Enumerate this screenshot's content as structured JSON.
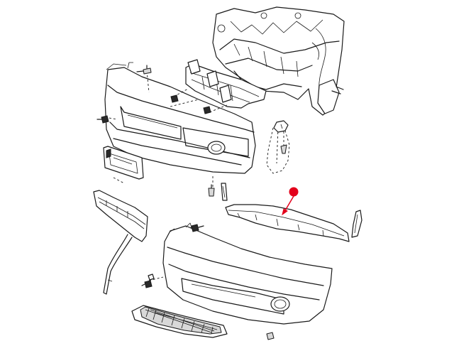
{
  "diagram": {
    "background_color": "#ffffff",
    "line_color": "#1a1a1a",
    "highlight_color": "#e3001b",
    "highlighted_part": "lower-bumper-trim-strip",
    "parts": [
      "engine-bay-front-structure",
      "upper-bumper-fascia",
      "bumper-reinforcement-beam",
      "license-plate-bracket",
      "fender-liner-panel",
      "air-dam-deflector",
      "lower-bumper-fascia",
      "lower-grille-mesh",
      "lower-bumper-trim-strip",
      "tow-hook-cover",
      "push-pin-fastener",
      "bolt-fastener",
      "nut-fastener",
      "clip-fastener"
    ]
  }
}
